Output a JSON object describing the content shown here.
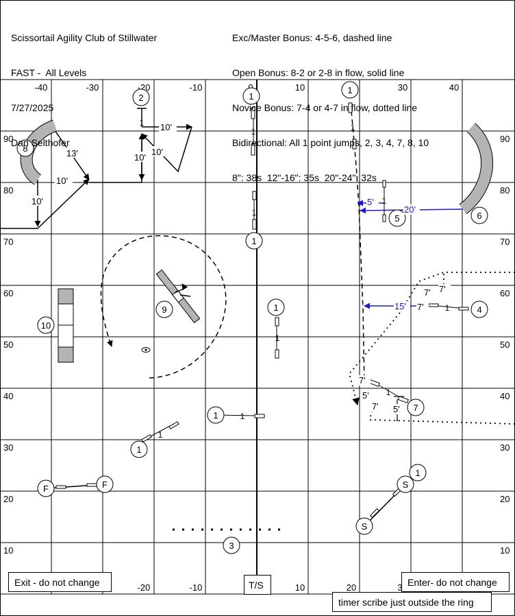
{
  "header": {
    "left_lines": [
      "Scissortail Agility Club of Stillwater",
      "FAST -  All Levels",
      "7/27/2025",
      "Dan Selthofer"
    ],
    "right_lines": [
      "Exc/Master Bonus: 4-5-6, dashed line",
      "Open Bonus: 8-2 or 2-8 in flow, solid line",
      "Novice Bonus: 7-4 or 4-7 in flow, dotted line",
      "Bidirectional: All 1 point jumps, 2, 3, 4, 7, 8, 10",
      "8\": 38s  12\"-16\": 35s  20\"-24\": 32s"
    ]
  },
  "grid": {
    "x_labels_top": [
      "-40",
      "-30",
      "-20",
      "-10",
      "0",
      "10",
      "20",
      "30",
      "40"
    ],
    "x_labels_bottom": [
      "-20",
      "-10",
      "10",
      "20",
      "3"
    ],
    "y_labels": [
      "90",
      "80",
      "70",
      "60",
      "50",
      "40",
      "30",
      "20",
      "10"
    ]
  },
  "obstacles": {
    "numbers": {
      "n1": "1",
      "n2": "2",
      "n3": "3",
      "n4": "4",
      "n5": "5",
      "n6": "6",
      "n7": "7",
      "n8": "8",
      "n9": "9",
      "n10": "10",
      "start": "S",
      "finish": "F"
    },
    "jump_points": "1"
  },
  "distances": {
    "d13": "13'",
    "d10": "10'",
    "d5": "5'",
    "d20": "20'",
    "d15": "15'",
    "d7": "7'"
  },
  "boxes": {
    "exit": "Exit - do not change",
    "enter": "Enter- do not change",
    "ts": "T/S",
    "timer": "timer scribe just outside the ring"
  },
  "colors": {
    "bonus_blue": "#1a1acc",
    "tunnel_gray": "#b4b4b4"
  }
}
